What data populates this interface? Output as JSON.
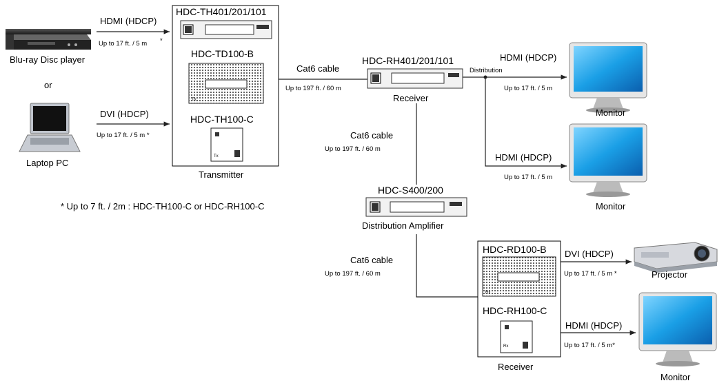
{
  "sources": {
    "bluray_label": "Blu-ray Disc player",
    "or_label": "or",
    "laptop_label": "Laptop PC"
  },
  "input_links": {
    "hdmi_label": "HDMI (HDCP)",
    "hdmi_length": "Up to 17 ft. / 5 m",
    "hdmi_asterisk": "*",
    "dvi_label": "DVI (HDCP)",
    "dvi_length": "Up to 17 ft. / 5 m *"
  },
  "transmitter": {
    "model_1": "HDC-TH401/201/101",
    "model_2": "HDC-TD100-B",
    "model_3": "HDC-TH100-C",
    "caption": "Transmitter"
  },
  "link_tx_rx": {
    "cable": "Cat6 cable",
    "length": "Up to 197 ft. / 60 m"
  },
  "receiver_top": {
    "model": "HDC-RH401/201/101",
    "caption": "Receiver",
    "distribution_label": "Distribution"
  },
  "outputs_top": {
    "hdmi_1": "HDMI (HDCP)",
    "length_1": "Up to 17 ft. / 5 m",
    "monitor_1": "Monitor",
    "hdmi_2": "HDMI (HDCP)",
    "length_2": "Up to 17 ft. / 5 m",
    "monitor_2": "Monitor"
  },
  "link_rx_da": {
    "cable": "Cat6 cable",
    "length": "Up to 197 ft. / 60 m"
  },
  "amplifier": {
    "model": "HDC-S400/200",
    "caption": "Distribution Amplifier"
  },
  "link_da_rx": {
    "cable": "Cat6 cable",
    "length": "Up to 197 ft. / 60 m"
  },
  "receiver_bottom": {
    "model_1": "HDC-RD100-B",
    "model_2": "HDC-RH100-C",
    "caption": "Receiver"
  },
  "outputs_bottom": {
    "dvi": "DVI (HDCP)",
    "dvi_length": "Up to 17 ft. / 5 m  *",
    "projector": "Projector",
    "hdmi": "HDMI (HDCP)",
    "hdmi_length": "Up to 17 ft. / 5 m*",
    "monitor": "Monitor"
  },
  "footnote": "* Up to 7 ft. / 2m : HDC-TH100-C or HDC-RH100-C",
  "colors": {
    "screen_blue": "#1aa0e8",
    "device_dark": "#2b2b2b",
    "line": "#222222"
  }
}
